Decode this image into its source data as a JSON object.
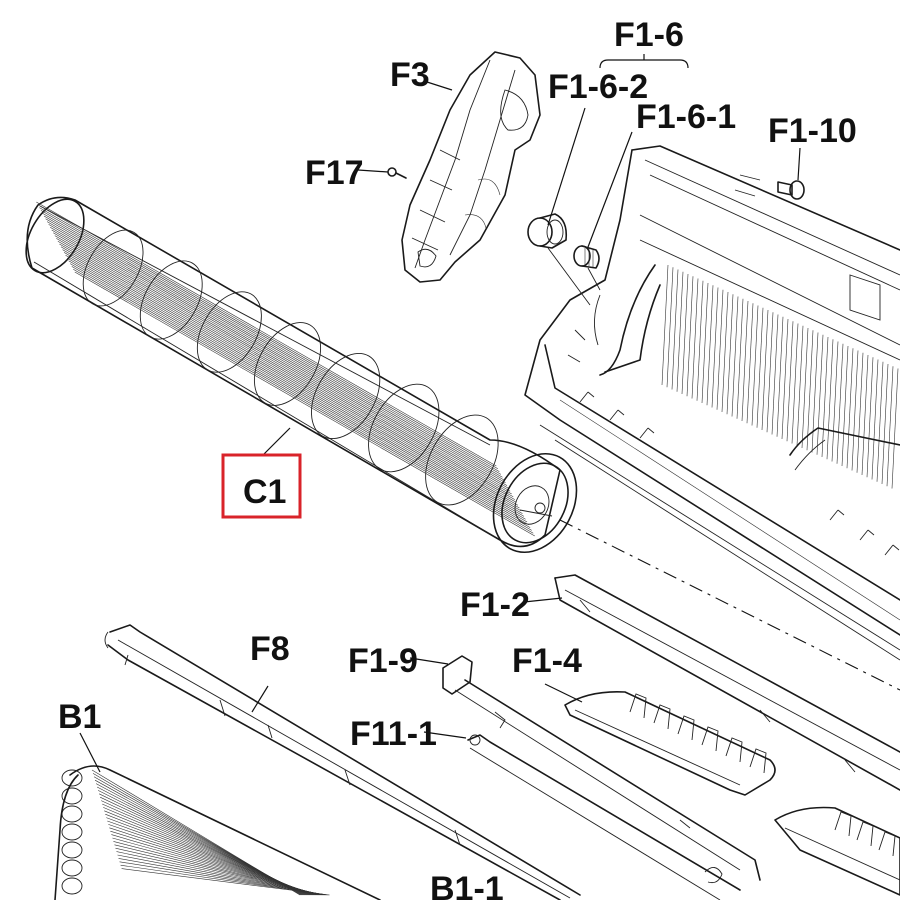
{
  "highlight_color": "#d9232a",
  "labels": {
    "f1_6": "F1-6",
    "f3": "F3",
    "f1_6_2": "F1-6-2",
    "f1_6_1": "F1-6-1",
    "f1_10": "F1-10",
    "f17": "F17",
    "c1": "C1",
    "f1_2": "F1-2",
    "f8": "F8",
    "f1_9": "F1-9",
    "f1_4": "F1-4",
    "b1": "B1",
    "f11_1": "F11-1",
    "b1_1": "B1-1"
  }
}
